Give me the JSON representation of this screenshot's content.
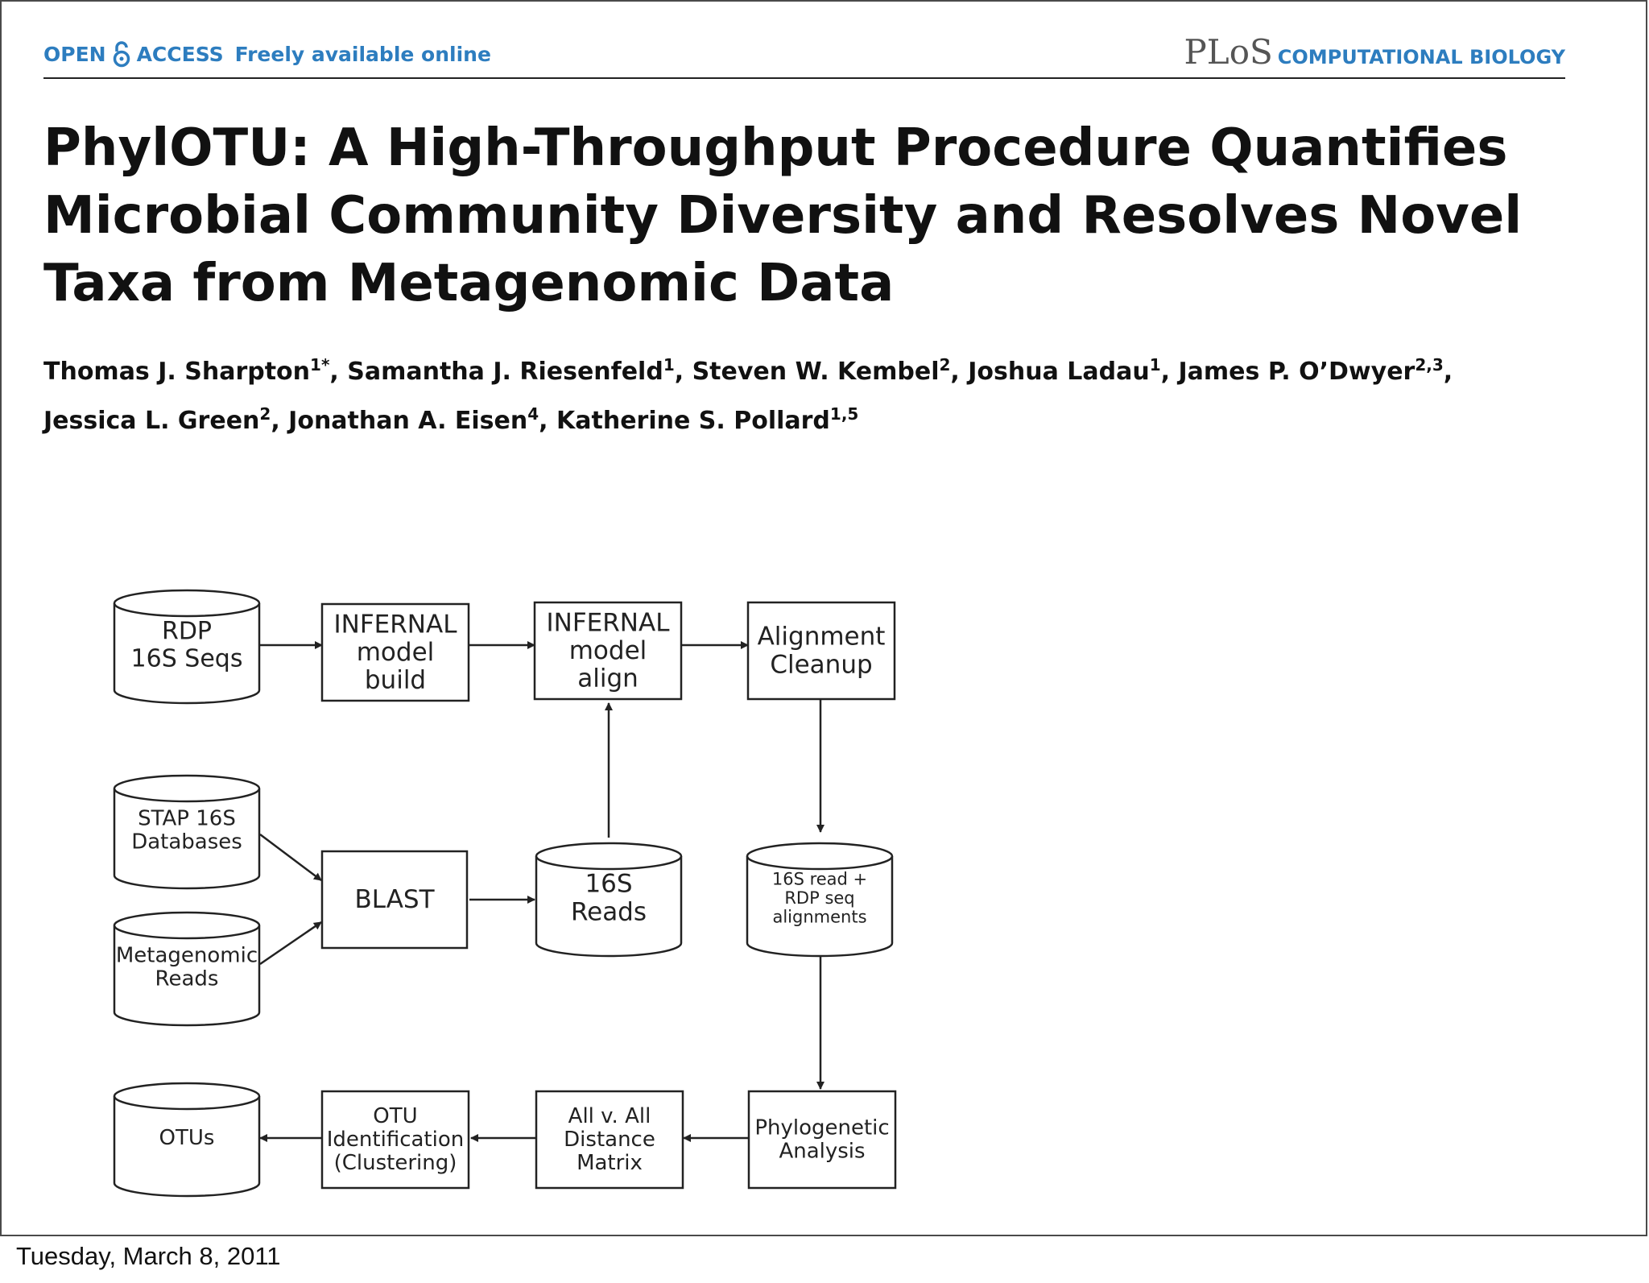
{
  "header": {
    "open_label": "OPEN",
    "access_label": "ACCESS",
    "tagline": "Freely available online",
    "brand": "PLoS",
    "journal": "COMPUTATIONAL BIOLOGY",
    "brand_color": "#2d7dbf"
  },
  "title": "PhylOTU: A High-Throughput Procedure Quantifies Microbial Community Diversity and Resolves Novel Taxa from Metagenomic Data",
  "authors": [
    {
      "name": "Thomas J. Sharpton",
      "aff": "1*"
    },
    {
      "name": "Samantha J. Riesenfeld",
      "aff": "1"
    },
    {
      "name": "Steven W. Kembel",
      "aff": "2"
    },
    {
      "name": "Joshua Ladau",
      "aff": "1"
    },
    {
      "name": "James P. O’Dwyer",
      "aff": "2,3"
    },
    {
      "name": "Jessica L. Green",
      "aff": "2"
    },
    {
      "name": "Jonathan A. Eisen",
      "aff": "4"
    },
    {
      "name": "Katherine S. Pollard",
      "aff": "1,5"
    }
  ],
  "diagram": {
    "nodes": [
      {
        "id": "rdp",
        "shape": "cylinder",
        "lines": [
          "RDP",
          "16S Seqs"
        ]
      },
      {
        "id": "model_build",
        "shape": "box",
        "lines": [
          "INFERNAL",
          "model",
          "build"
        ]
      },
      {
        "id": "model_align",
        "shape": "box",
        "lines": [
          "INFERNAL",
          "model",
          "align"
        ]
      },
      {
        "id": "cleanup",
        "shape": "box",
        "lines": [
          "Alignment",
          "Cleanup"
        ]
      },
      {
        "id": "stap",
        "shape": "cylinder",
        "lines": [
          "STAP 16S",
          "Databases"
        ]
      },
      {
        "id": "meta",
        "shape": "cylinder",
        "lines": [
          "Metagenomic",
          "Reads"
        ]
      },
      {
        "id": "blast",
        "shape": "box",
        "lines": [
          "BLAST"
        ]
      },
      {
        "id": "reads16s",
        "shape": "cylinder",
        "lines": [
          "16S",
          "Reads"
        ]
      },
      {
        "id": "alignments",
        "shape": "cylinder",
        "lines": [
          "16S read +",
          "RDP seq",
          "alignments"
        ]
      },
      {
        "id": "phylo",
        "shape": "box",
        "lines": [
          "Phylogenetic",
          "Analysis"
        ]
      },
      {
        "id": "distance",
        "shape": "box",
        "lines": [
          "All v. All",
          "Distance",
          "Matrix"
        ]
      },
      {
        "id": "otu_id",
        "shape": "box",
        "lines": [
          "OTU",
          "Identification",
          "(Clustering)"
        ]
      },
      {
        "id": "otus",
        "shape": "cylinder",
        "lines": [
          "OTUs"
        ]
      }
    ],
    "edges": [
      {
        "from": "rdp",
        "to": "model_build"
      },
      {
        "from": "model_build",
        "to": "model_align"
      },
      {
        "from": "model_align",
        "to": "cleanup"
      },
      {
        "from": "cleanup",
        "to": "alignments"
      },
      {
        "from": "stap",
        "to": "blast"
      },
      {
        "from": "meta",
        "to": "blast"
      },
      {
        "from": "blast",
        "to": "reads16s"
      },
      {
        "from": "reads16s",
        "to": "model_align"
      },
      {
        "from": "alignments",
        "to": "phylo"
      },
      {
        "from": "phylo",
        "to": "distance"
      },
      {
        "from": "distance",
        "to": "otu_id"
      },
      {
        "from": "otu_id",
        "to": "otus"
      }
    ]
  },
  "footer": {
    "date": "Tuesday, March 8, 2011"
  }
}
